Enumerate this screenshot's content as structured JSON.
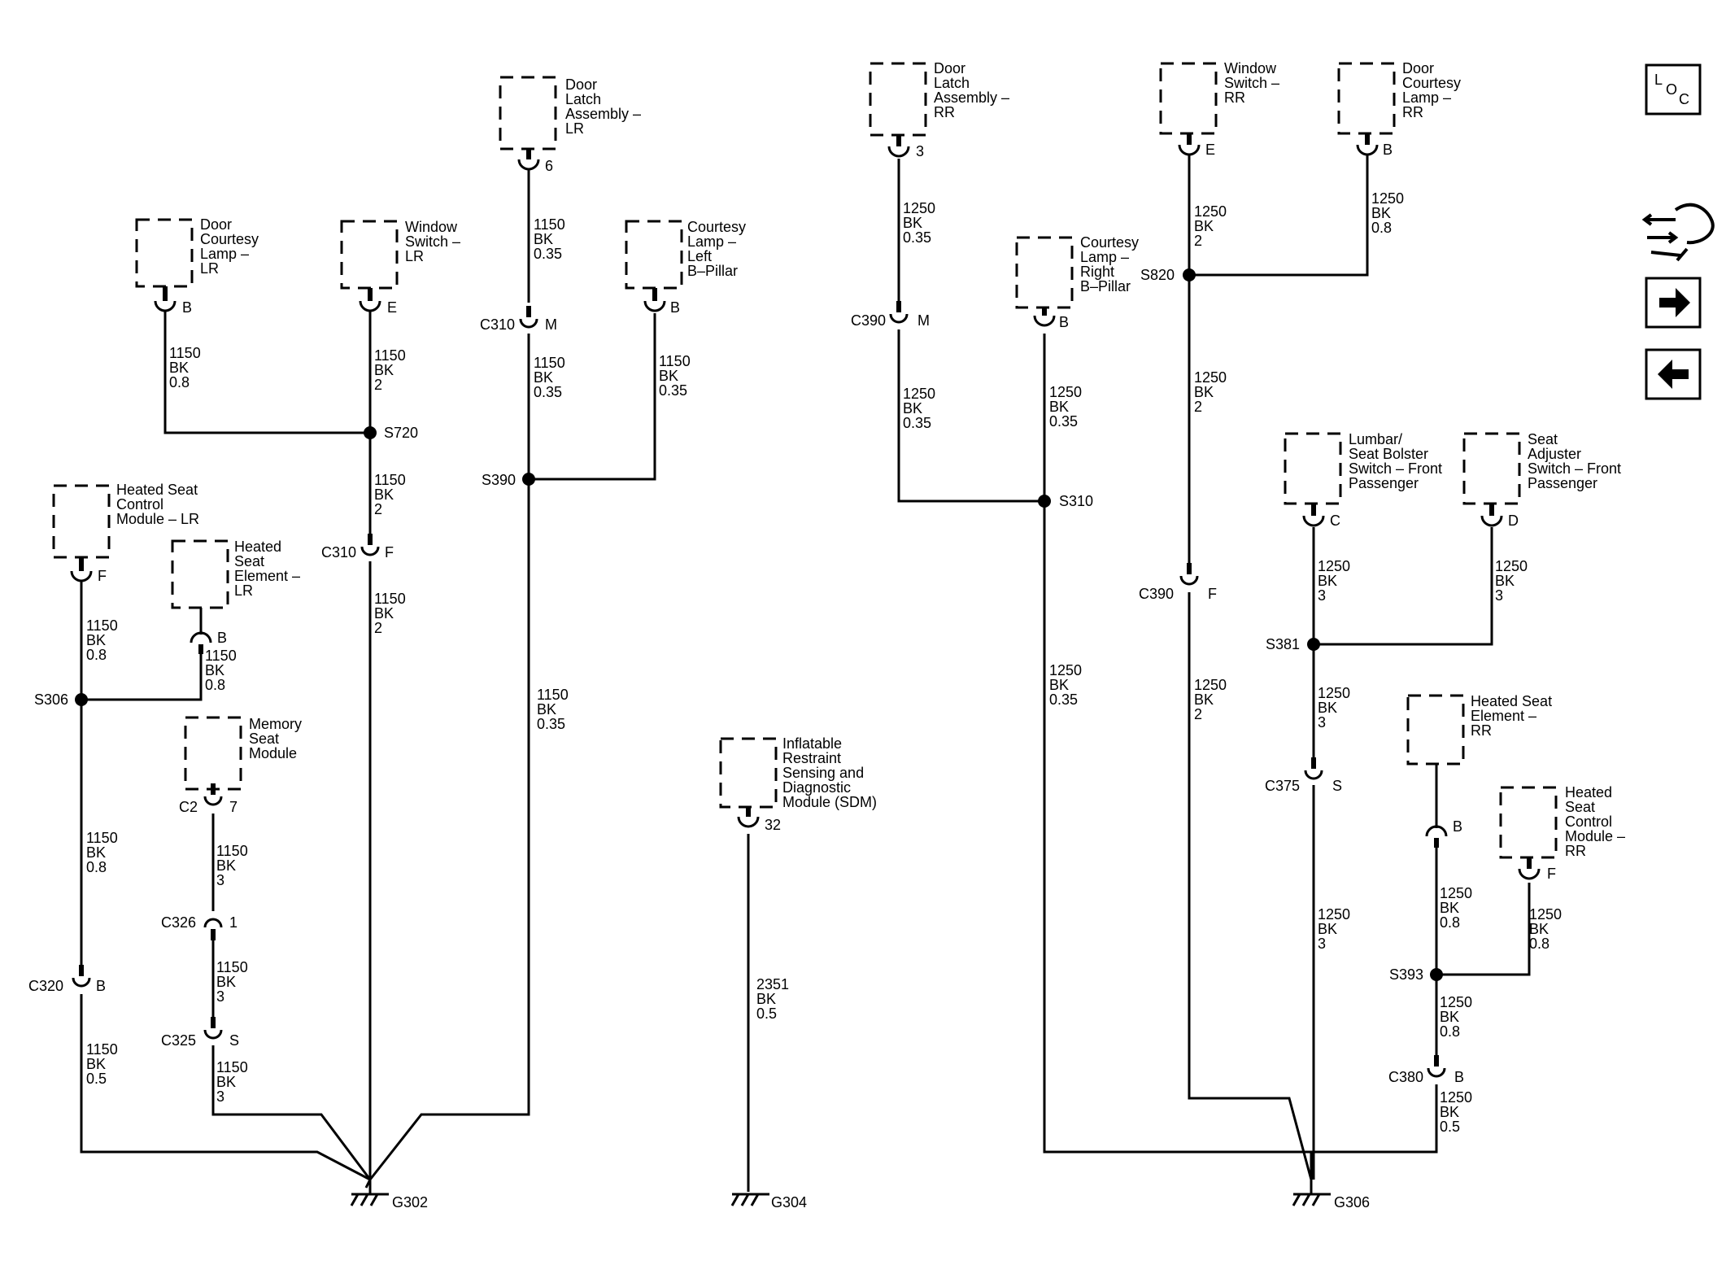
{
  "components": [
    {
      "id": "c1",
      "lines": [
        "Door",
        "Courtesy",
        "Lamp –",
        "LR"
      ]
    },
    {
      "id": "c2",
      "lines": [
        "Window",
        "Switch –",
        "LR"
      ]
    },
    {
      "id": "c3",
      "lines": [
        "Door",
        "Latch",
        "Assembly –",
        "LR"
      ]
    },
    {
      "id": "c4",
      "lines": [
        "Courtesy",
        "Lamp –",
        "Left",
        "B–Pillar"
      ]
    },
    {
      "id": "c5",
      "lines": [
        "Heated Seat",
        "Control",
        "Module – LR"
      ]
    },
    {
      "id": "c6",
      "lines": [
        "Heated",
        "Seat",
        "Element –",
        "LR"
      ]
    },
    {
      "id": "c7",
      "lines": [
        "Memory",
        "Seat",
        "Module"
      ]
    },
    {
      "id": "c8",
      "lines": [
        "Inflatable",
        "Restraint",
        "Sensing and",
        "Diagnostic",
        "Module (SDM)"
      ]
    },
    {
      "id": "c9",
      "lines": [
        "Door",
        "Latch",
        "Assembly –",
        "RR"
      ]
    },
    {
      "id": "c10",
      "lines": [
        "Courtesy",
        "Lamp –",
        "Right",
        "B–Pillar"
      ]
    },
    {
      "id": "c11",
      "lines": [
        "Window",
        "Switch –",
        "RR"
      ]
    },
    {
      "id": "c12",
      "lines": [
        "Door",
        "Courtesy",
        "Lamp –",
        "RR"
      ]
    },
    {
      "id": "c13",
      "lines": [
        "Lumbar/",
        "Seat Bolster",
        "Switch – Front",
        "Passenger"
      ]
    },
    {
      "id": "c14",
      "lines": [
        "Seat",
        "Adjuster",
        "Switch – Front",
        "Passenger"
      ]
    },
    {
      "id": "c15",
      "lines": [
        "Heated Seat",
        "Element –",
        "RR"
      ]
    },
    {
      "id": "c16",
      "lines": [
        "Heated",
        "Seat",
        "Control",
        "Module –",
        "RR"
      ]
    }
  ],
  "pins": [
    "B",
    "E",
    "6",
    "B",
    "F",
    "B",
    "7",
    "32",
    "3",
    "B",
    "E",
    "B",
    "C",
    "D",
    "B",
    "F"
  ],
  "connectors": [
    {
      "name": "C310",
      "pin": "M"
    },
    {
      "name": "C310",
      "pin": "F"
    },
    {
      "name": "C2",
      "pin": "7"
    },
    {
      "name": "C326",
      "pin": "1"
    },
    {
      "name": "C325",
      "pin": "S"
    },
    {
      "name": "C320",
      "pin": "B"
    },
    {
      "name": "C390",
      "pin": "M"
    },
    {
      "name": "C390",
      "pin": "F"
    },
    {
      "name": "C375",
      "pin": "S"
    },
    {
      "name": "C380",
      "pin": "B"
    }
  ],
  "splices": [
    "S720",
    "S390",
    "S306",
    "S310",
    "S820",
    "S381",
    "S393"
  ],
  "wires": [
    [
      "1150",
      "BK",
      "0.8"
    ],
    [
      "1150",
      "BK",
      "2"
    ],
    [
      "1150",
      "BK",
      "0.35"
    ],
    [
      "1150",
      "BK",
      "0.35"
    ],
    [
      "1150",
      "BK",
      "0.35"
    ],
    [
      "1150",
      "BK",
      "2"
    ],
    [
      "1150",
      "BK",
      "2"
    ],
    [
      "1150",
      "BK",
      "0.35"
    ],
    [
      "1150",
      "BK",
      "0.8"
    ],
    [
      "1150",
      "BK",
      "0.8"
    ],
    [
      "1150",
      "BK",
      "0.8"
    ],
    [
      "1150",
      "BK",
      "0.5"
    ],
    [
      "1150",
      "BK",
      "3"
    ],
    [
      "1150",
      "BK",
      "3"
    ],
    [
      "1150",
      "BK",
      "3"
    ],
    [
      "2351",
      "BK",
      "0.5"
    ],
    [
      "1250",
      "BK",
      "0.35"
    ],
    [
      "1250",
      "BK",
      "0.35"
    ],
    [
      "1250",
      "BK",
      "0.35"
    ],
    [
      "1250",
      "BK",
      "0.35"
    ],
    [
      "1250",
      "BK",
      "2"
    ],
    [
      "1250",
      "BK",
      "0.8"
    ],
    [
      "1250",
      "BK",
      "2"
    ],
    [
      "1250",
      "BK",
      "2"
    ],
    [
      "1250",
      "BK",
      "3"
    ],
    [
      "1250",
      "BK",
      "3"
    ],
    [
      "1250",
      "BK",
      "3"
    ],
    [
      "1250",
      "BK",
      "3"
    ],
    [
      "1250",
      "BK",
      "0.8"
    ],
    [
      "1250",
      "BK",
      "0.8"
    ],
    [
      "1250",
      "BK",
      "0.8"
    ],
    [
      "1250",
      "BK",
      "0.5"
    ]
  ],
  "grounds": [
    "G302",
    "G304",
    "G306"
  ],
  "loc_icon": {
    "letters": [
      "L",
      "O",
      "C"
    ]
  },
  "nav_icons": [
    "harness-routing-icon",
    "next-arrow-icon",
    "previous-arrow-icon"
  ]
}
